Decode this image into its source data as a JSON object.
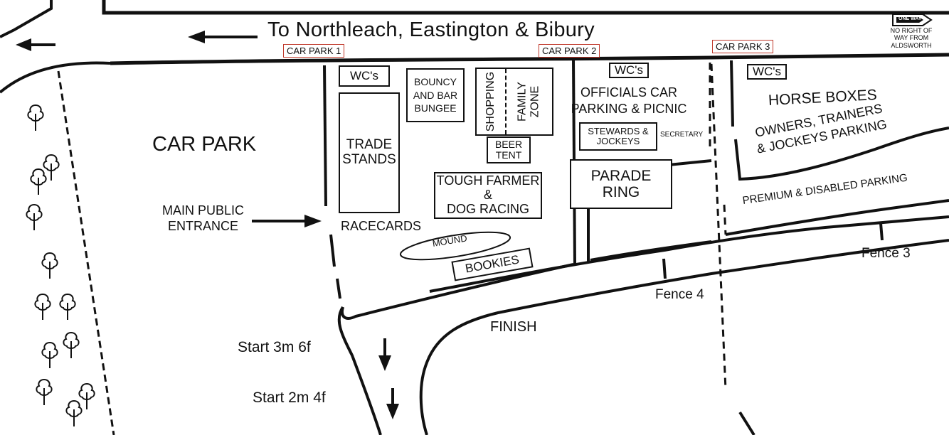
{
  "header": {
    "destination": "To Northleach, Eastington & Bibury",
    "oneway_sign": "ONE WAY",
    "oneway_note": [
      "NO RIGHT OF",
      "WAY FROM",
      "ALDSWORTH"
    ]
  },
  "car_parks": {
    "cp1": "CAR PARK 1",
    "cp2": "CAR PARK 2",
    "cp3": "CAR PARK 3",
    "main": "CAR PARK"
  },
  "areas": {
    "wc": "WC's",
    "trade_stands": [
      "TRADE",
      "STANDS"
    ],
    "bouncy": [
      "BOUNCY",
      "AND BAR",
      "BUNGEE"
    ],
    "shopping": "SHOPPING",
    "family_zone": [
      "FAMILY",
      "ZONE"
    ],
    "beer_tent": [
      "BEER",
      "TENT"
    ],
    "tough_farmer": [
      "TOUGH FARMER",
      "&",
      "DOG RACING"
    ],
    "officials": [
      "OFFICIALS CAR",
      "PARKING & PICNIC"
    ],
    "stewards": [
      "STEWARDS &",
      "JOCKEYS"
    ],
    "secretary": "SECRETARY",
    "parade_ring": [
      "PARADE",
      "RING"
    ],
    "horse_boxes": "HORSE BOXES",
    "owners": [
      "OWNERS, TRAINERS",
      "& JOCKEYS PARKING"
    ],
    "premium": "PREMIUM & DISABLED PARKING",
    "main_entrance": [
      "MAIN PUBLIC",
      "ENTRANCE"
    ],
    "racecards": "RACECARDS",
    "mound": "MOUND",
    "bookies": "BOOKIES"
  },
  "course": {
    "finish": "FINISH",
    "fence4": "Fence 4",
    "fence3": "Fence 3",
    "start1": "Start 3m 6f",
    "start2": "Start 2m 4f"
  },
  "icons": [
    "arrow-left-icon",
    "arrow-right-icon",
    "arrow-down-icon",
    "tree-icon",
    "one-way-sign-icon"
  ]
}
